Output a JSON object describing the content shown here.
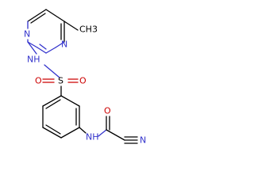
{
  "molecule": {
    "atoms": {
      "ring_n1": "N",
      "ring_n3": "N",
      "methyl": "CH3",
      "sulfonamide_nh": "NH",
      "sulfur": "S",
      "sulfonyl_o1": "O",
      "sulfonyl_o2": "O",
      "amide_nh": "NH",
      "carbonyl_o": "O",
      "nitrile_n": "N"
    },
    "colors": {
      "carbon": "#000000",
      "nitrogen": "#3333cc",
      "oxygen": "#cc0000",
      "sulfur": "#000000"
    }
  }
}
